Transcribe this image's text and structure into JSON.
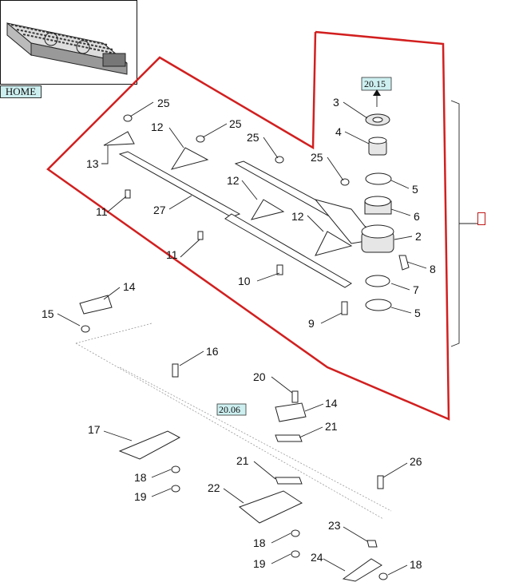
{
  "navigation": {
    "home_label": "HOME"
  },
  "references": {
    "top_ref": "20.15",
    "middle_ref": "20.06"
  },
  "callouts": {
    "c2": "2",
    "c3": "3",
    "c4": "4",
    "c5a": "5",
    "c5b": "5",
    "c6": "6",
    "c7": "7",
    "c8": "8",
    "c9": "9",
    "c10": "10",
    "c11a": "11",
    "c11b": "11",
    "c12a": "12",
    "c12b": "12",
    "c12c": "12",
    "c13": "13",
    "c14a": "14",
    "c14b": "14",
    "c15": "15",
    "c16": "16",
    "c17": "17",
    "c18a": "18",
    "c18b": "18",
    "c18c": "18",
    "c19a": "19",
    "c19b": "19",
    "c20": "20",
    "c21a": "21",
    "c21b": "21",
    "c22": "22",
    "c23": "23",
    "c24": "24",
    "c25a": "25",
    "c25b": "25",
    "c25c": "25",
    "c25d": "25",
    "c26": "26",
    "c27": "27"
  },
  "colors": {
    "highlight_outline": "#d21f1f",
    "reference_fill": "#cdeff0"
  }
}
